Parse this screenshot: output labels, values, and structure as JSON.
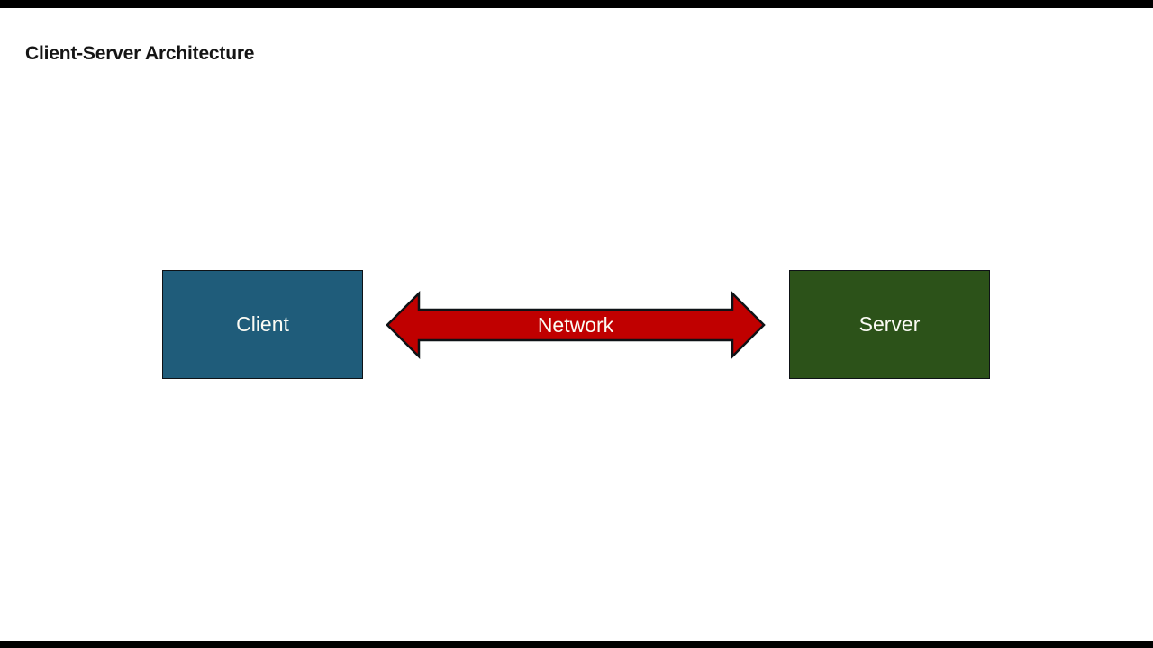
{
  "title": "Client-Server Architecture",
  "diagram": {
    "nodes": [
      {
        "id": "client",
        "label": "Client",
        "fill": "#1F5C7A"
      },
      {
        "id": "server",
        "label": "Server",
        "fill": "#2C5219"
      }
    ],
    "connector": {
      "label": "Network",
      "type": "double-headed-arrow",
      "fill": "#C00000",
      "from": "Client",
      "to": "Server"
    },
    "client_label": "Client",
    "server_label": "Server",
    "network_label": "Network"
  },
  "colors": {
    "client_fill": "#1F5C7A",
    "server_fill": "#2C5219",
    "arrow_fill": "#C00000",
    "outline": "#0E1216",
    "label_text": "#FBFBF4",
    "title_text": "#151515",
    "letterbox": "#000000",
    "page_bg": "#FFFFFF"
  }
}
